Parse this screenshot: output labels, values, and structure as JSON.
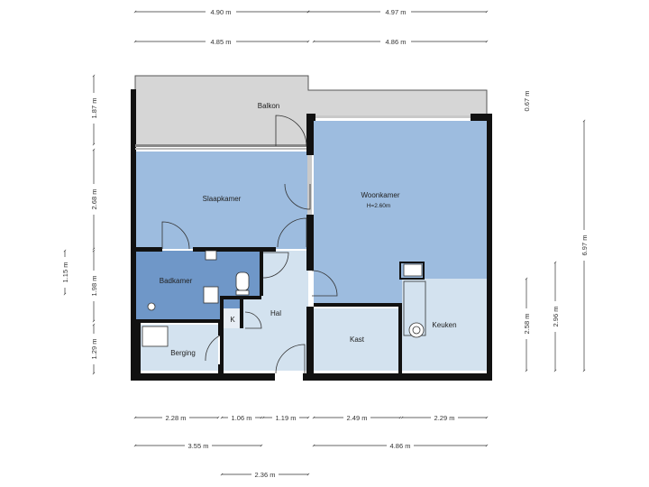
{
  "rooms": {
    "balkon": "Balkon",
    "slaapkamer": "Slaapkamer",
    "woonkamer": "Woonkamer",
    "woonkamer_height": "H=2.60m",
    "badkamer": "Badkamer",
    "k": "K",
    "hal": "Hal",
    "kast": "Kast",
    "keuken": "Keuken",
    "berging": "Berging"
  },
  "dimensions": {
    "top_row1": [
      "4.90 m",
      "4.97 m"
    ],
    "top_row2": [
      "4.85 m",
      "4.86 m"
    ],
    "left_col": [
      "1.87 m",
      "2.68 m",
      "1.98 m",
      "1.29 m"
    ],
    "left_outer": "1.15 m",
    "right_top": "0.67 m",
    "right_total": "6.97 m",
    "right_mid1": "2.96 m",
    "right_mid2": "2.58 m",
    "bottom_row1": [
      "2.28 m",
      "1.06 m",
      "1.19 m",
      "2.49 m",
      "2.29 m"
    ],
    "bottom_row2": [
      "3.55 m",
      "4.86 m"
    ],
    "bottom_row3": "2.36 m"
  },
  "colors": {
    "wall": "#111111",
    "balcony": "#d6d6d6",
    "bedroom": "#9dbcdf",
    "living": "#9dbcdf",
    "bathroom": "#6f97c8",
    "hall": "#d3e2ef",
    "storage": "#d3e2ef",
    "kitchen": "#d3e2ef"
  }
}
